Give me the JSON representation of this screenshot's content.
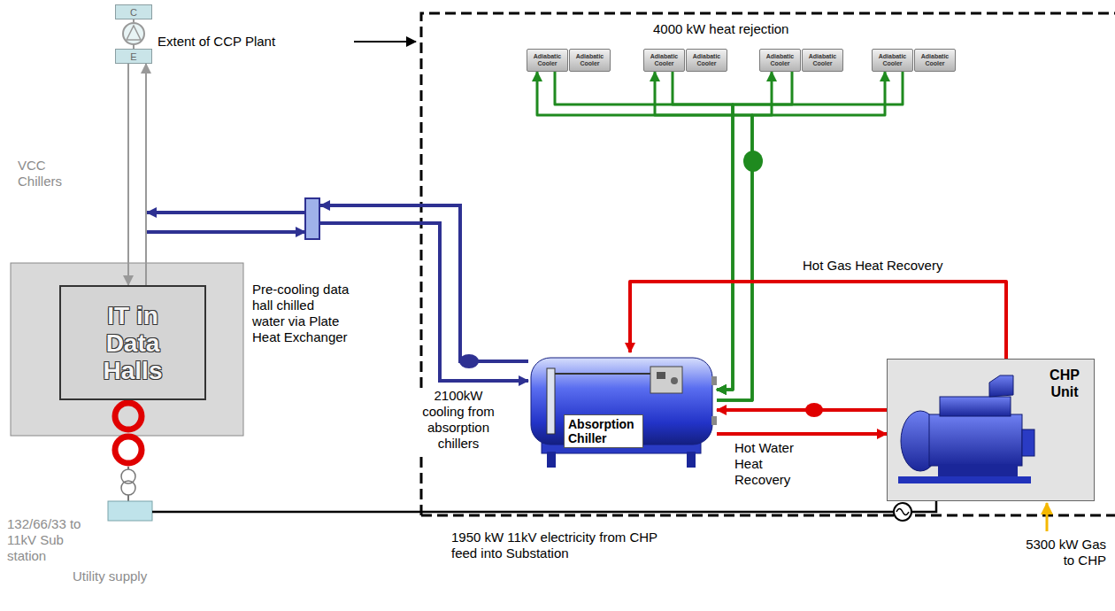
{
  "diagram": {
    "nodes": [
      {
        "text": [
          "Adiabatic Cooler",
          "Adiabatic Cooler"
        ]
      },
      {
        "text": [
          "Adiabatic Cooler",
          "Adiabatic Cooler"
        ]
      },
      {
        "text": [
          "Adiabatic Cooler",
          "Adiabatic Cooler"
        ]
      },
      {
        "text": [
          "Adiabatic Cooler",
          "Adiabatic Cooler"
        ]
      },
      {
        "text": [
          "C"
        ]
      },
      {
        "text": [
          "E"
        ]
      },
      {
        "text": [
          "IT in Data Halls"
        ]
      },
      {
        "text": [
          "Absorption Chiller"
        ]
      },
      {
        "text": [
          "CHP Unit"
        ]
      }
    ],
    "edges": [
      {
        "from": 5,
        "to": 6,
        "arrow": "to"
      },
      {
        "from": 6,
        "to": 5,
        "arrow": "to"
      },
      {
        "from": 7,
        "to": 0,
        "arrow": "to"
      },
      {
        "from": 7,
        "to": 1,
        "arrow": "to"
      },
      {
        "from": 7,
        "to": 2,
        "arrow": "to"
      },
      {
        "from": 7,
        "to": 3,
        "arrow": "to"
      },
      {
        "from": 0,
        "to": 7,
        "arrow": "to"
      },
      {
        "from": 1,
        "to": 7,
        "arrow": "to"
      },
      {
        "from": 2,
        "to": 7,
        "arrow": "to"
      },
      {
        "from": 3,
        "to": 7,
        "arrow": "to"
      },
      {
        "from": 8,
        "to": 7,
        "label": "Hot Gas Heat Recovery",
        "arrow": "to"
      },
      {
        "from": 7,
        "to": 8,
        "label": "Hot Water Heat Recovery",
        "arrow": "to"
      },
      {
        "from": 8,
        "to": 7,
        "arrow": "to"
      }
    ],
    "labels": [
      "Extent of CCP Plant",
      "4000 kW heat rejection",
      "VCC Chillers",
      "Pre-cooling data hall chilled water via Plate Heat Exchanger",
      "2100kW cooling from absorption chillers",
      "5300 kW Gas to CHP",
      "1950 kW 11kV electricity from CHP feed into Substation",
      "132/66/33 to 11kV Sub station",
      "Utility supply"
    ]
  }
}
